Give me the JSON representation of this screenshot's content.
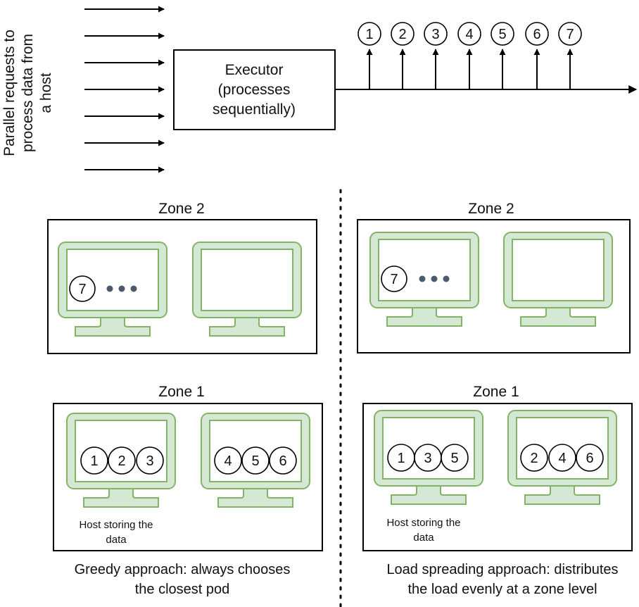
{
  "side_label": [
    "Parallel requests to",
    "process data from",
    "a host"
  ],
  "executor": [
    "Executor",
    "(processes",
    "sequentially)"
  ],
  "sequence": [
    "1",
    "2",
    "3",
    "4",
    "5",
    "6",
    "7"
  ],
  "left": {
    "zone2": {
      "title": "Zone 2",
      "request": "7"
    },
    "zone1": {
      "title": "Zone 1",
      "host_a": [
        "1",
        "2",
        "3"
      ],
      "host_b": [
        "4",
        "5",
        "6"
      ]
    },
    "host_caption": [
      "Host storing the",
      "data"
    ],
    "caption": [
      "Greedy approach: always chooses",
      "the closest pod"
    ]
  },
  "right": {
    "zone2": {
      "title": "Zone 2",
      "request": "7"
    },
    "zone1": {
      "title": "Zone 1",
      "host_a": [
        "1",
        "3",
        "5"
      ],
      "host_b": [
        "2",
        "4",
        "6"
      ]
    },
    "host_caption": [
      "Host storing the",
      "data"
    ],
    "caption": [
      "Load spreading approach: distributes",
      "the load evenly at a zone level"
    ]
  },
  "colors": {
    "monitor_fill": "#d5e8d4",
    "monitor_stroke": "#82b366",
    "dot": "#4d5a6b"
  }
}
